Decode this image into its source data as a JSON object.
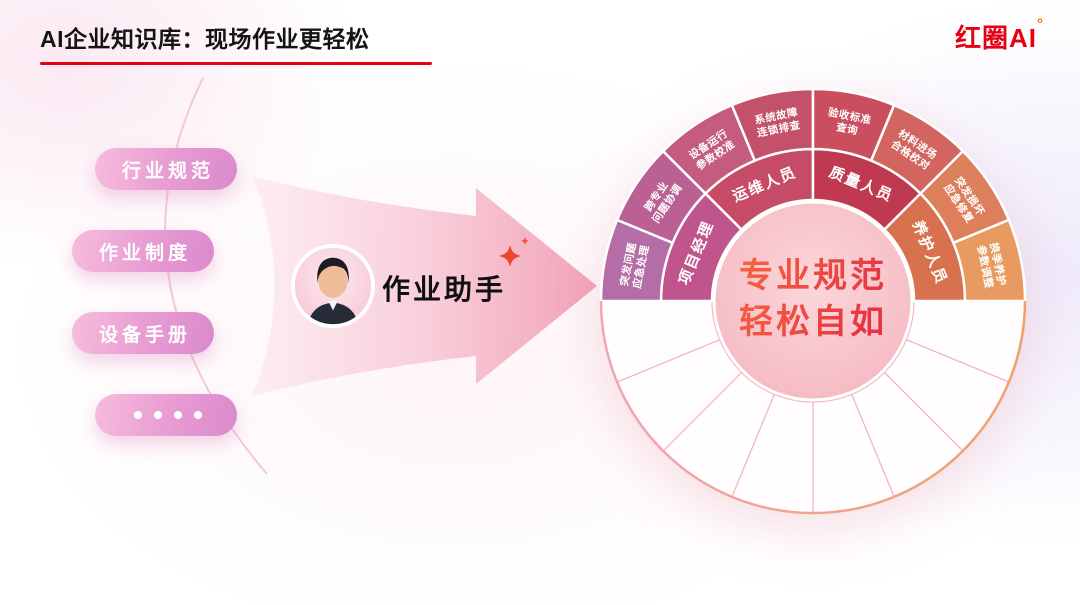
{
  "slide": {
    "title": "AI企业知识库：现场作业更轻松",
    "logo": {
      "text": "红圈AI",
      "mark": "°"
    }
  },
  "knowledge": {
    "pills": [
      {
        "label": "行业规范"
      },
      {
        "label": "作业制度"
      },
      {
        "label": "设备手册"
      },
      {
        "label": "····",
        "dots": true
      }
    ]
  },
  "assistant": {
    "label": "作业助手"
  },
  "wheel": {
    "center": {
      "line1": "专业规范",
      "line2": "轻松自如"
    },
    "roles": [
      {
        "label": "项目经理",
        "color": "#c0548c",
        "tasks": [
          {
            "label": "突发问题应急处理",
            "lines": [
              "突发问题",
              "应急处理"
            ],
            "color": "#b46da6"
          },
          {
            "label": "跨专业问题协调",
            "lines": [
              "跨专业",
              "问题协调"
            ],
            "color": "#bb6093"
          }
        ]
      },
      {
        "label": "运维人员",
        "color": "#c54b66",
        "tasks": [
          {
            "label": "设备运行参数校准",
            "lines": [
              "设备运行",
              "参数校准"
            ],
            "color": "#c55c80"
          },
          {
            "label": "系统故障连锁排查",
            "lines": [
              "系统故障",
              "连锁排查"
            ],
            "color": "#c4516a"
          }
        ]
      },
      {
        "label": "质量人员",
        "color": "#bf3a50",
        "tasks": [
          {
            "label": "验收标准查询",
            "lines": [
              "验收标准",
              "查询"
            ],
            "color": "#c94f5e"
          },
          {
            "label": "材料进场合格校对",
            "lines": [
              "材料进场",
              "合格校对"
            ],
            "color": "#d2655f"
          }
        ]
      },
      {
        "label": "养护人员",
        "color": "#d8714e",
        "tasks": [
          {
            "label": "突发损坏应急修复",
            "lines": [
              "突发损坏",
              "应急修复"
            ],
            "color": "#de7f5b"
          },
          {
            "label": "换季养护参数调整",
            "lines": [
              "换季养护",
              "参数调整"
            ],
            "color": "#e89a60"
          }
        ]
      }
    ]
  },
  "colors": {
    "brand_red": "#e60012",
    "title_underline": "#e60012",
    "logo_mark_orange": "#f07b00",
    "sparkle": "#ef4430",
    "center_text_gradient": [
      "#f9623e",
      "#e22c44"
    ],
    "center_circle": [
      "#fbd7db",
      "#f4b3bd"
    ],
    "bottom_arc_gradient": [
      "#f2a5b3",
      "#efa167"
    ]
  }
}
